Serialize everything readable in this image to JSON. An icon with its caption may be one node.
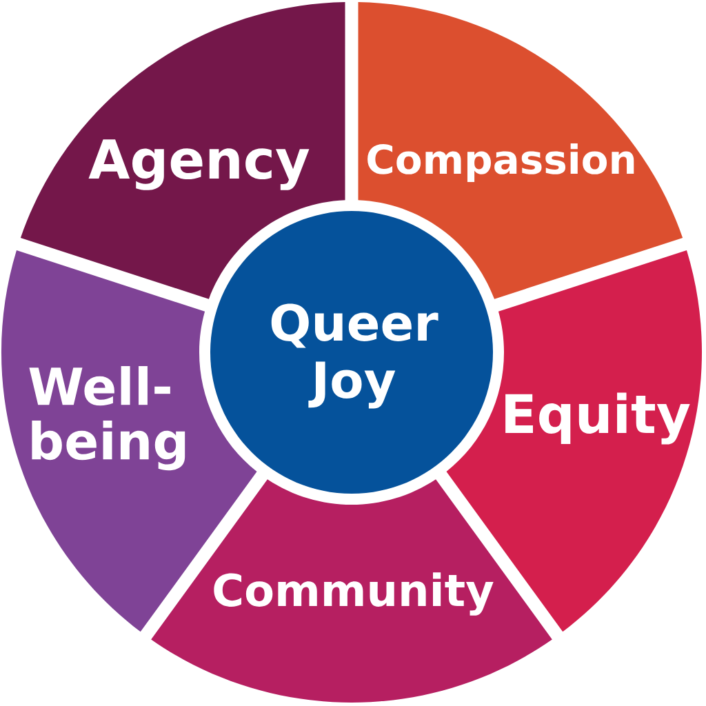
{
  "diagram": {
    "nodes": [
      {
        "text": [
          "Queer Joy"
        ]
      },
      {
        "text": [
          "Agency"
        ]
      },
      {
        "text": [
          "Compassion"
        ]
      },
      {
        "text": [
          "Equity"
        ]
      },
      {
        "text": [
          "Community"
        ]
      },
      {
        "text": [
          "Well-being"
        ]
      }
    ]
  }
}
